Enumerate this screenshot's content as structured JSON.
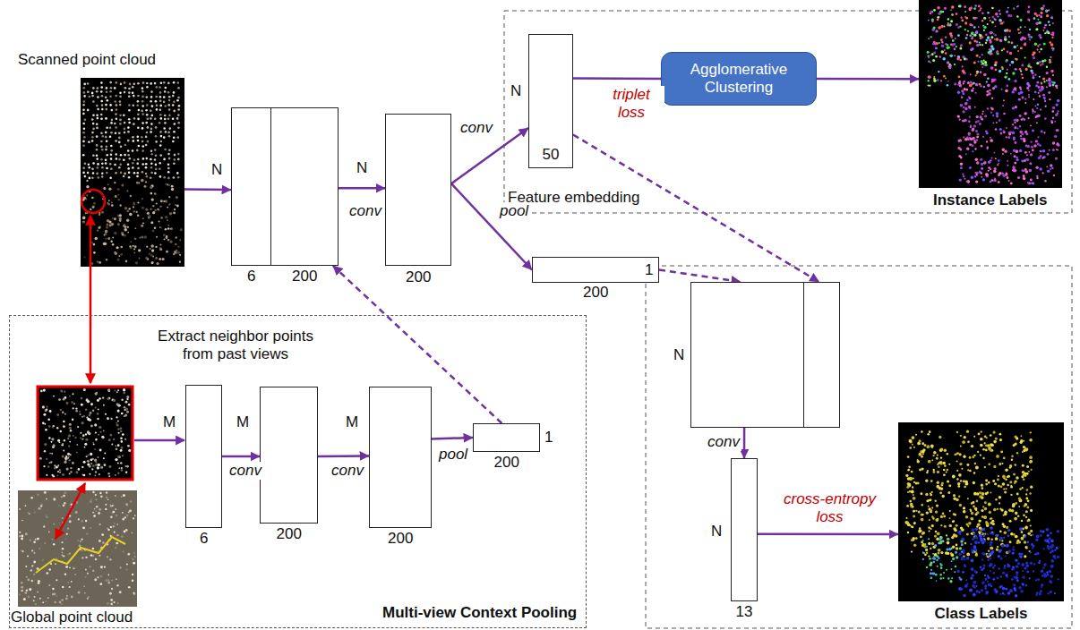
{
  "diagram": {
    "nodes": [
      {
        "text": [
          "Scanned point cloud"
        ]
      },
      {
        "text": [
          "6"
        ]
      },
      {
        "text": [
          "200"
        ]
      },
      {
        "text": [
          "200"
        ]
      },
      {
        "text": [
          "50",
          "Feature embedding"
        ]
      },
      {
        "text": [
          "Agglomerative Clustering"
        ]
      },
      {
        "text": [
          "Instance Labels"
        ]
      },
      {
        "text": [
          "1",
          "200"
        ]
      },
      {
        "text": [
          "Multi-view Context Pooling"
        ]
      },
      {
        "text": [
          "Global point cloud"
        ],
        "in": 8
      },
      {
        "text": [
          "6"
        ],
        "in": 8
      },
      {
        "text": [
          "200"
        ],
        "in": 8
      },
      {
        "text": [
          "200"
        ],
        "in": 8
      },
      {
        "text": [
          "1",
          "200"
        ],
        "in": 8
      },
      {
        "text": [
          "N"
        ]
      },
      {
        "text": [
          "13"
        ]
      },
      {
        "text": [
          "Class Labels"
        ]
      }
    ],
    "edges": [
      {
        "from": 0,
        "to": 1,
        "arrow": "to"
      },
      {
        "from": 2,
        "to": 3,
        "label": "conv",
        "arrow": "to"
      },
      {
        "from": 3,
        "to": 4,
        "label": "conv",
        "arrow": "to"
      },
      {
        "from": 3,
        "to": 7,
        "label": "pool",
        "arrow": "to"
      },
      {
        "from": 4,
        "to": 5,
        "label": "triplet loss",
        "arrow": "none"
      },
      {
        "from": 5,
        "to": 6,
        "arrow": "to"
      },
      {
        "from": 7,
        "to": 14,
        "arrow": "to"
      },
      {
        "from": 4,
        "to": 14,
        "arrow": "to"
      },
      {
        "from": 14,
        "to": 15,
        "label": "conv",
        "arrow": "to"
      },
      {
        "from": 15,
        "to": 16,
        "label": "cross-entropy loss",
        "arrow": "to"
      },
      {
        "from": 10,
        "to": 11,
        "label": "conv",
        "arrow": "to"
      },
      {
        "from": 11,
        "to": 12,
        "label": "conv",
        "arrow": "to"
      },
      {
        "from": 12,
        "to": 13,
        "label": "pool",
        "arrow": "to"
      },
      {
        "from": 13,
        "to": 2,
        "arrow": "to"
      }
    ],
    "labels": [
      "N",
      "N",
      "N",
      "Extract neighbor points from past views",
      "M",
      "M",
      "M",
      "N"
    ]
  }
}
